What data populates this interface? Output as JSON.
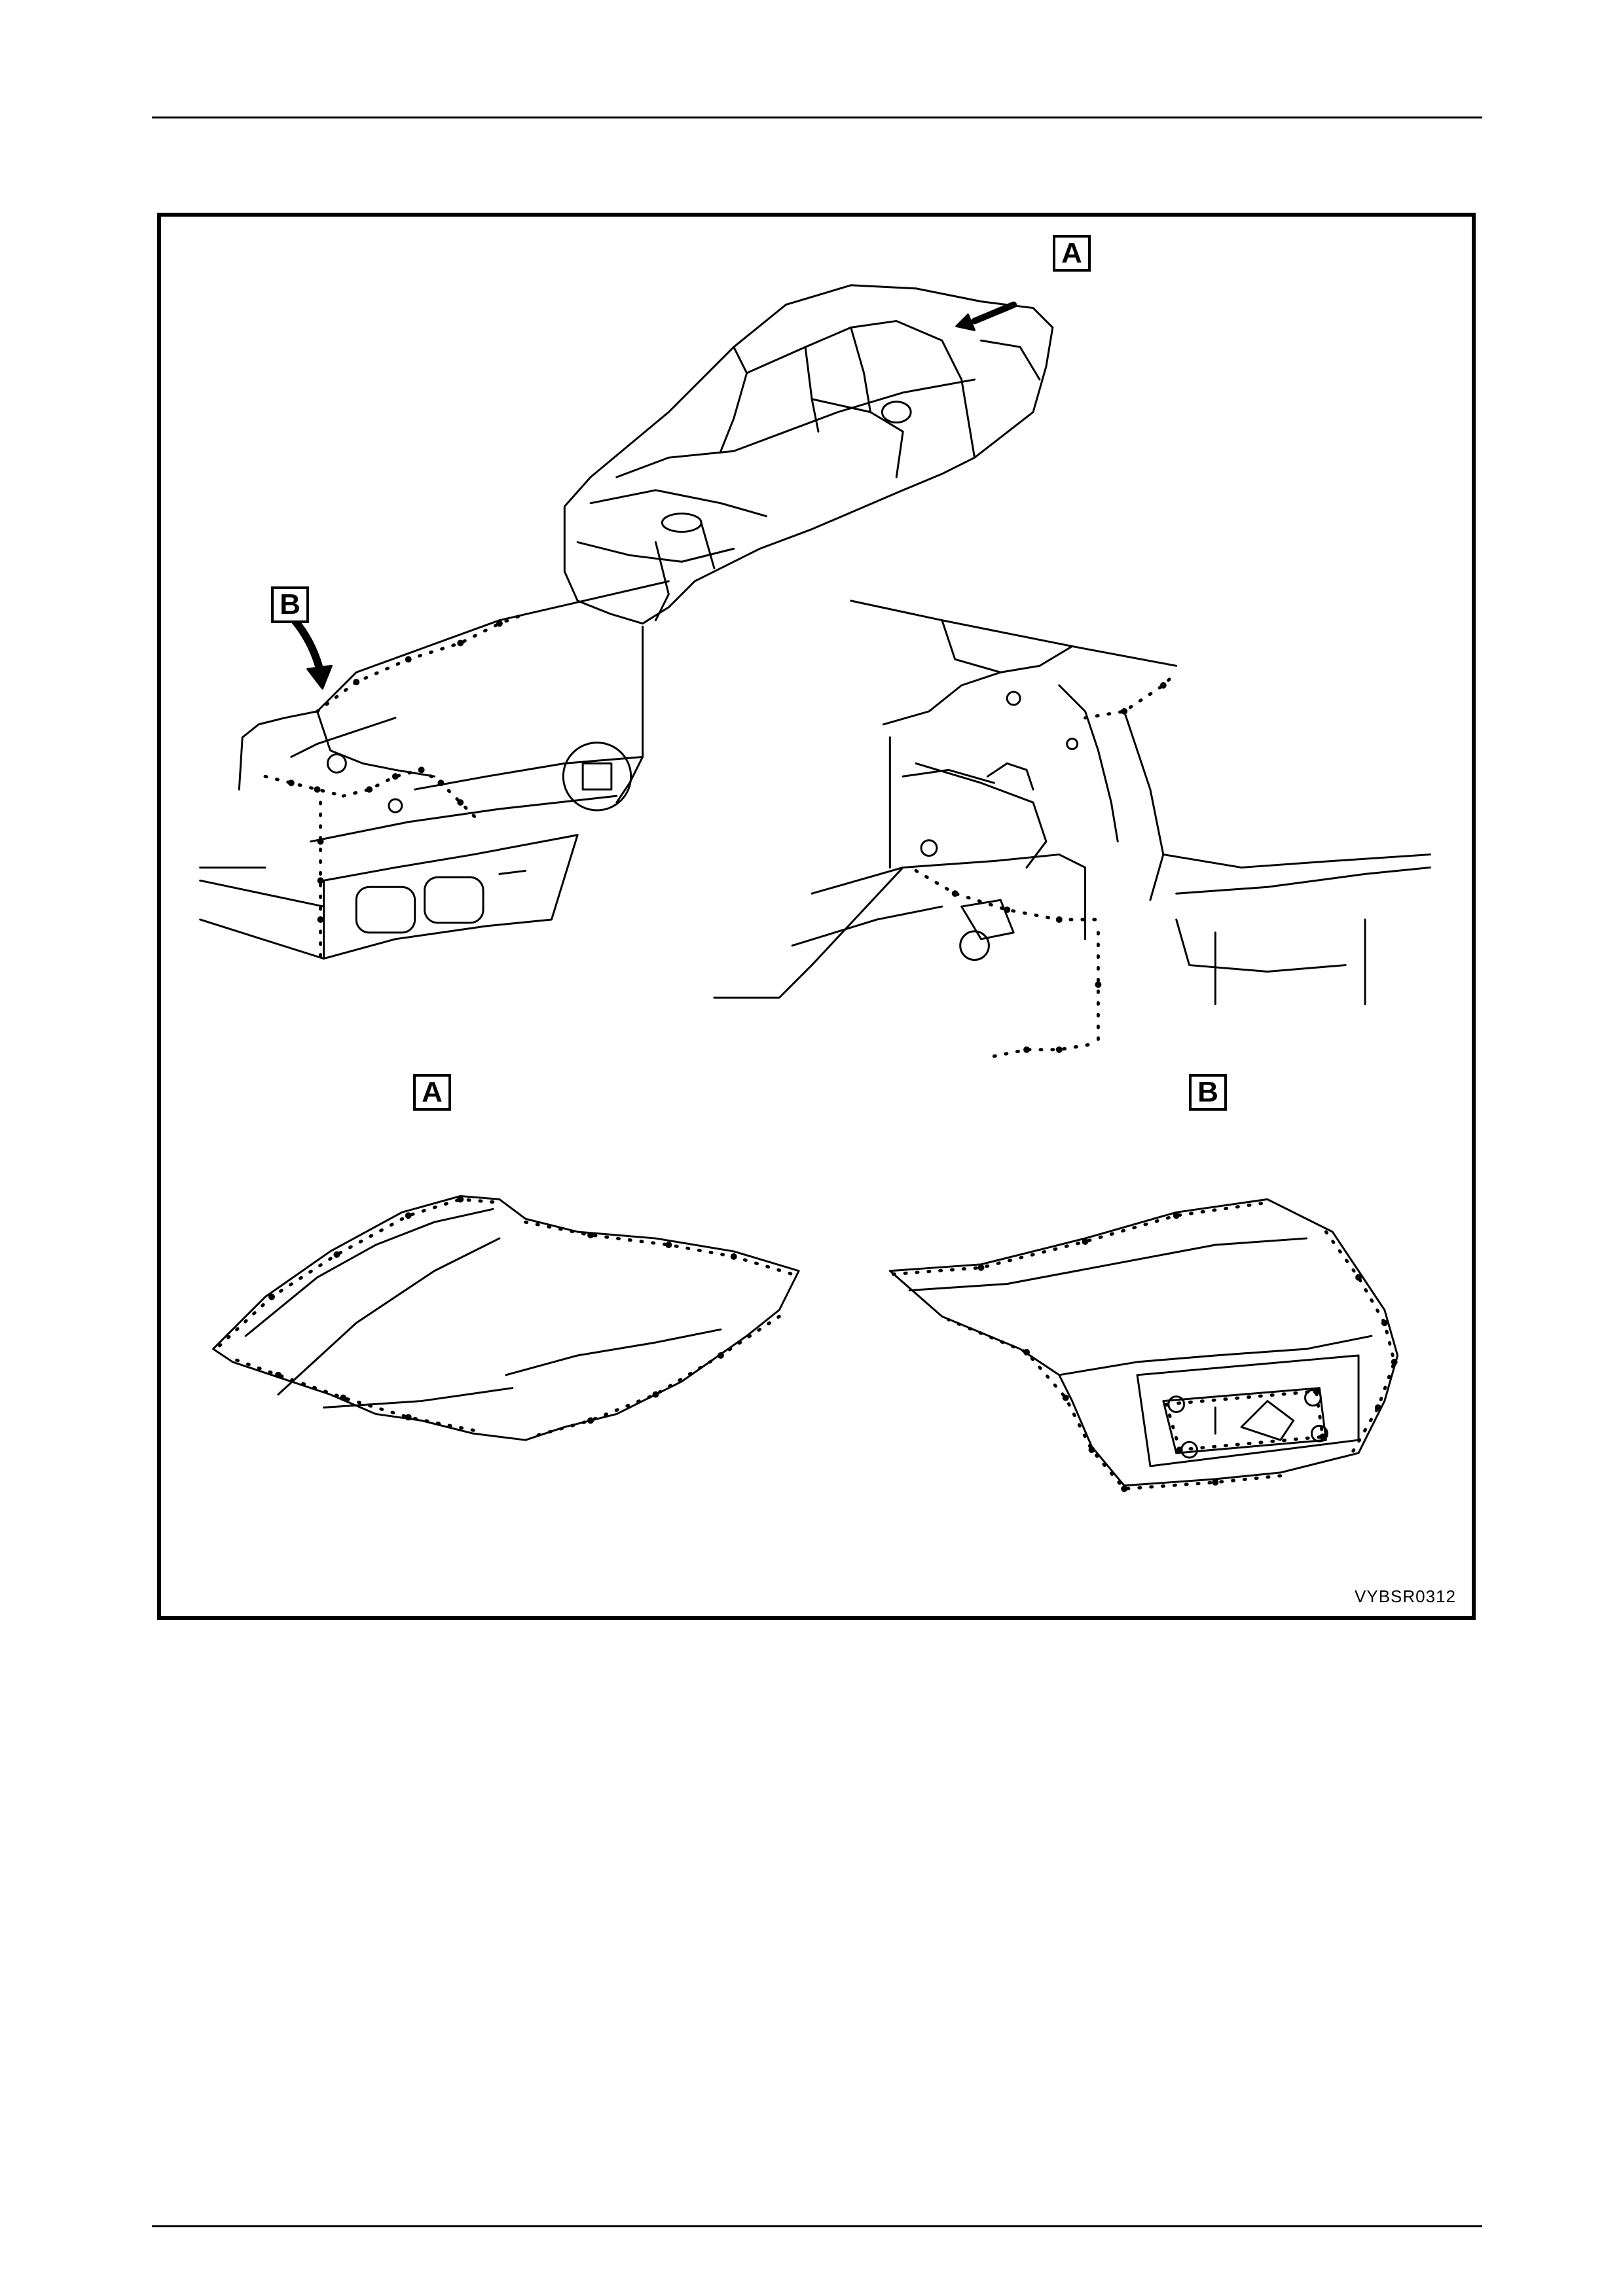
{
  "figure": {
    "code": "VYBSR0312",
    "labels": {
      "arrow_a": "A",
      "arrow_b": "B",
      "view_a": "A",
      "view_b": "B"
    }
  }
}
